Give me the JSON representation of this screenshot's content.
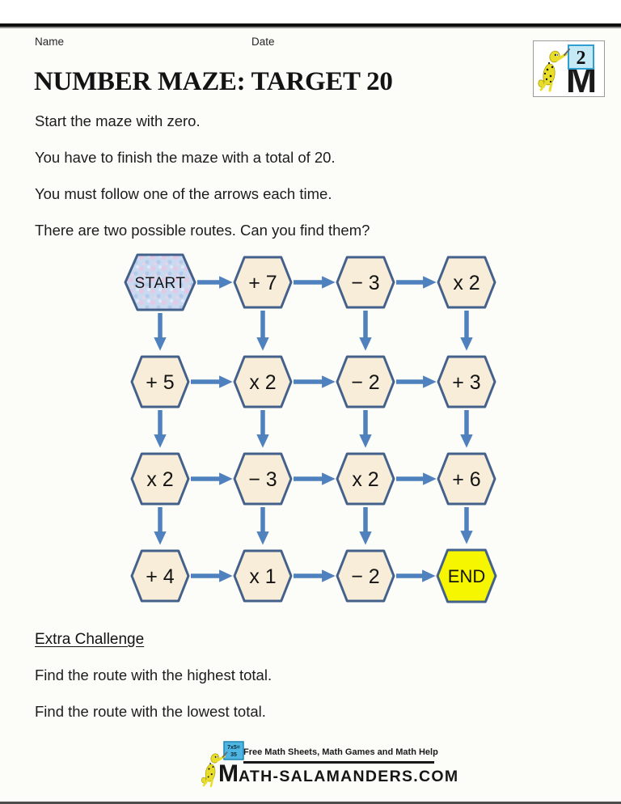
{
  "page": {
    "name_label": "Name",
    "date_label": "Date",
    "title": "NUMBER MAZE: TARGET 20",
    "instructions": [
      "Start the maze with zero.",
      "You have to finish the maze with a total of 20.",
      "You must follow one of the arrows each time.",
      "There are two possible routes. Can you find them?"
    ],
    "extra_challenge": {
      "heading": "Extra Challenge",
      "items": [
        "Find the route with the highest total.",
        "Find the route with the lowest total."
      ]
    }
  },
  "maze": {
    "start_label": "START",
    "end_label": "END",
    "cells": [
      [
        "START",
        "+ 7",
        "− 3",
        "x 2"
      ],
      [
        "+ 5",
        "x 2",
        "− 2",
        "+ 3"
      ],
      [
        "x 2",
        "− 3",
        "x 2",
        "+ 6"
      ],
      [
        "+ 4",
        "x 1",
        "− 2",
        "END"
      ]
    ],
    "arrow_rule": "right arrow between horizontally adjacent cells; down arrow between vertically adjacent cells",
    "colors": {
      "cell_fill": "#F8EDD8",
      "cell_border": "#44618C",
      "start_fill": "#C9D9F0",
      "end_fill": "#F6F600",
      "arrow": "#4E81BD"
    }
  },
  "header_logo": {
    "number": "2"
  },
  "footer": {
    "tagline": "Free Math Sheets, Math Games and Math Help",
    "brand_m": "M",
    "brand_rest": "ATH-SALAMANDERS.COM",
    "board_line1": "7x5=",
    "board_line2": "35"
  }
}
